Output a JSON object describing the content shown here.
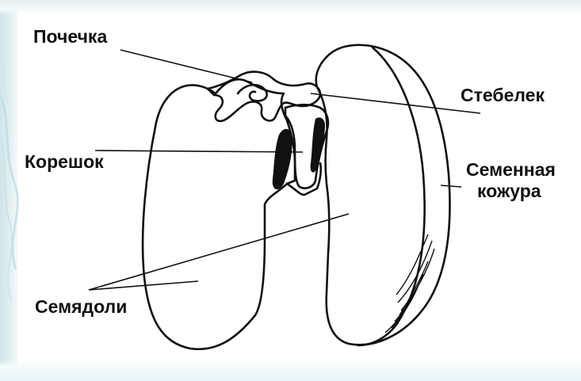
{
  "labels": {
    "bud": "Почечка",
    "stem": "Стебелек",
    "root": "Корешок",
    "seed_coat_line1": "Семенная",
    "seed_coat_line2": "кожура",
    "cotyledons": "Семядоли"
  },
  "colors": {
    "ink": "#111111",
    "background": "#ffffff",
    "edge_tint": "#d6e9ee"
  }
}
